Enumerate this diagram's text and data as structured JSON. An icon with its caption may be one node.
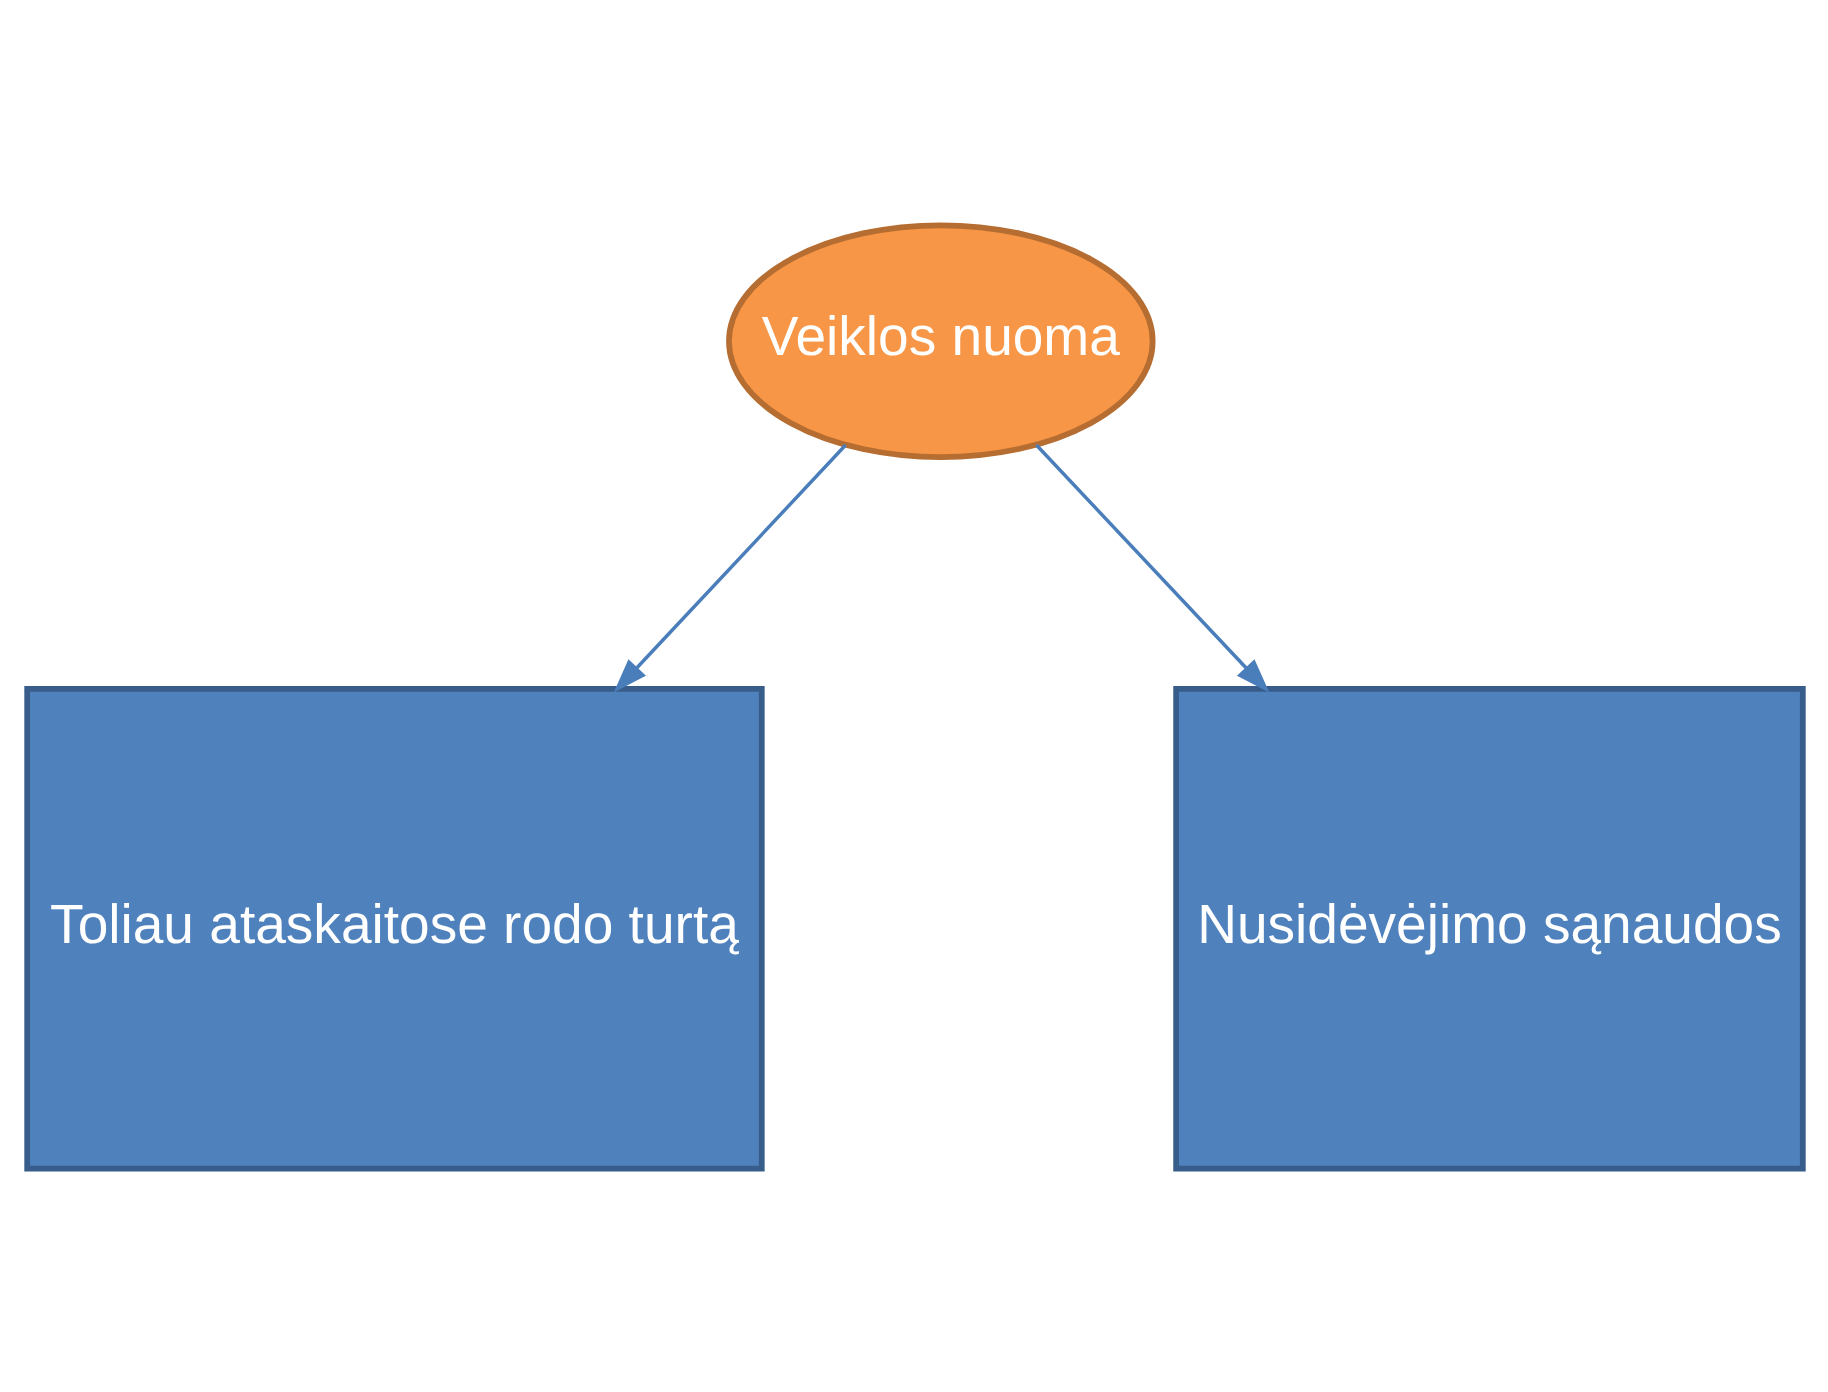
{
  "diagram": {
    "nodes": [
      {
        "text": [
          "Veiklos nuoma"
        ]
      },
      {
        "text": [
          "Toliau ataskaitose rodo turtą"
        ]
      },
      {
        "text": [
          "Nusidėvėjimo sąnaudos"
        ]
      }
    ],
    "edges": [
      {
        "from": 0,
        "to": 1,
        "arrow": "to"
      },
      {
        "from": 0,
        "to": 2,
        "arrow": "to"
      }
    ]
  }
}
